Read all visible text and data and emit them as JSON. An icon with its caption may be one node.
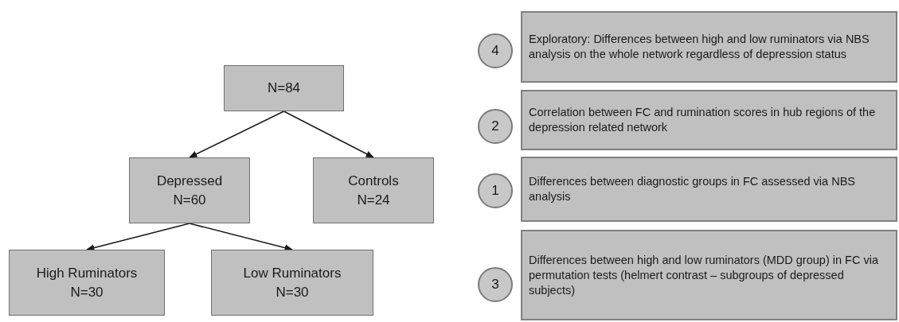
{
  "diagram": {
    "nodes": [
      {
        "text": [
          "N=84"
        ]
      },
      {
        "text": [
          "Depressed",
          "N=60"
        ]
      },
      {
        "text": [
          "Controls",
          "N=24"
        ]
      },
      {
        "text": [
          "High Ruminators",
          "N=30"
        ]
      },
      {
        "text": [
          "Low Ruminators",
          "N=30"
        ]
      },
      {
        "text": [
          "4"
        ]
      },
      {
        "text": [
          "Exploratory: Differences between high and low ruminators via NBS analysis on the whole network regardless of depression status"
        ]
      },
      {
        "text": [
          "2"
        ]
      },
      {
        "text": [
          "Correlation between FC and rumination scores in hub regions of the depression related network"
        ]
      },
      {
        "text": [
          "1"
        ]
      },
      {
        "text": [
          "Differences between diagnostic groups in FC assessed via NBS analysis"
        ]
      },
      {
        "text": [
          "3"
        ]
      },
      {
        "text": [
          "Differences between high and low ruminators (MDD group) in FC via permutation tests (helmert contrast – subgroups of depressed subjects)"
        ]
      }
    ],
    "edges": [
      {
        "from": 0,
        "to": 1,
        "arrow": "to"
      },
      {
        "from": 0,
        "to": 2,
        "arrow": "to"
      },
      {
        "from": 1,
        "to": 3,
        "arrow": "to"
      },
      {
        "from": 1,
        "to": 4,
        "arrow": "to"
      }
    ]
  }
}
